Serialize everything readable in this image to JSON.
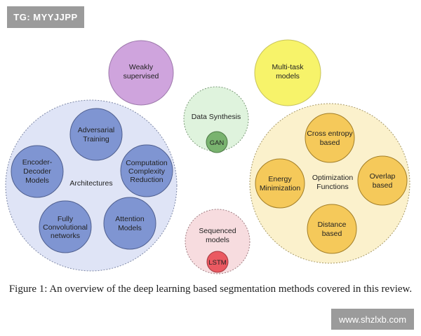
{
  "watermarks": {
    "top_left": "TG: MYYJJPP",
    "bottom_right": "www.shzlxb.com"
  },
  "caption": "Figure 1: An overview of the deep learning based segmentation methods covered in this review.",
  "colors": {
    "architectures_group": "#dfe4f6",
    "architectures_node": "#7f95d2",
    "optimization_group": "#fbf1cc",
    "optimization_node": "#f5c95a",
    "weakly_supervised": "#cfa4dd",
    "multi_task": "#f7f36a",
    "data_synthesis_group": "#dff3dd",
    "gan_node": "#79b36f",
    "sequenced_group": "#f7dcdf",
    "lstm_node": "#ea5961"
  },
  "diagram": {
    "weakly_supervised": [
      "Weakly",
      "supervised"
    ],
    "multi_task": [
      "Multi-task",
      "models"
    ],
    "data_synthesis": {
      "label": "Data Synthesis",
      "child": "GAN"
    },
    "sequenced": {
      "label": [
        "Sequenced",
        "models"
      ],
      "child": "LSTM"
    },
    "architectures": {
      "label": "Architectures",
      "nodes": [
        [
          "Adversarial",
          "Training"
        ],
        [
          "Computation",
          "Complexity",
          "Reduction"
        ],
        [
          "Attention",
          "Models"
        ],
        [
          "Fully",
          "Convolutional",
          "networks"
        ],
        [
          "Encoder-",
          "Decoder",
          "Models"
        ]
      ]
    },
    "optimization": {
      "label": [
        "Optimization",
        "Functions"
      ],
      "nodes": [
        [
          "Cross entropy",
          "based"
        ],
        [
          "Overlap",
          "based"
        ],
        [
          "Distance",
          "based"
        ],
        [
          "Energy",
          "Minimization"
        ]
      ]
    }
  }
}
